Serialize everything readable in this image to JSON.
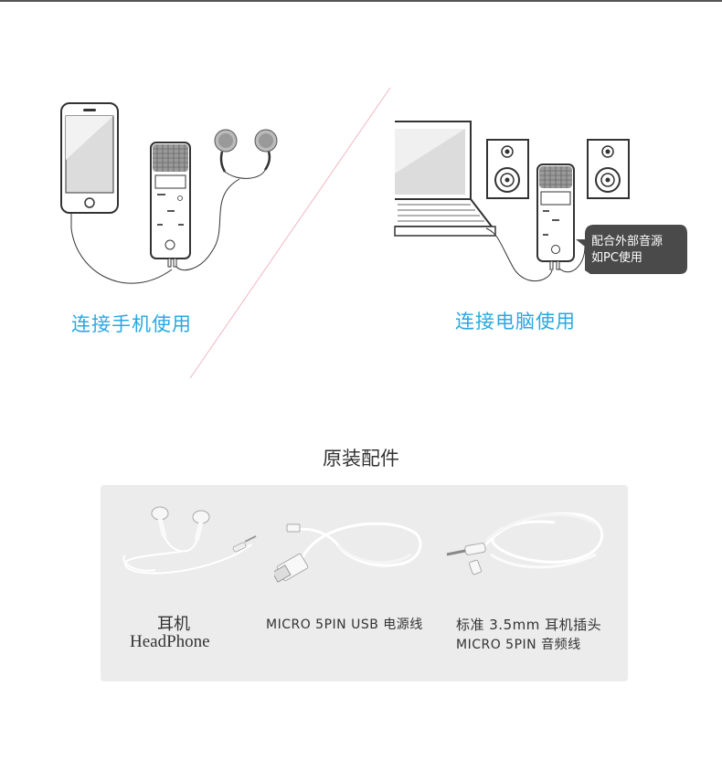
{
  "usage": {
    "phone_caption": "连接手机使用",
    "pc_caption": "连接电脑使用",
    "bubble_line1": "配合外部音源",
    "bubble_line2": "如PC使用"
  },
  "accessories": {
    "title": "原装配件",
    "earphone_label_cn": "耳机",
    "earphone_label_en": "HeadPhone",
    "usb_cable_label": "MICRO 5PIN USB 电源线",
    "audio_cable_line1": "标准 3.5mm 耳机插头",
    "audio_cable_line2": "MICRO 5PIN 音频线"
  },
  "colors": {
    "caption_blue": "#29a8e0",
    "divider_pink": "#f0b6c2",
    "panel_gray": "#ececec",
    "bubble_dark": "#4a4a4a"
  },
  "icons": [
    "smartphone-icon",
    "recorder-icon",
    "earphones-icon",
    "laptop-icon",
    "speaker-icon",
    "usb-cable-icon",
    "audio-cable-icon"
  ]
}
